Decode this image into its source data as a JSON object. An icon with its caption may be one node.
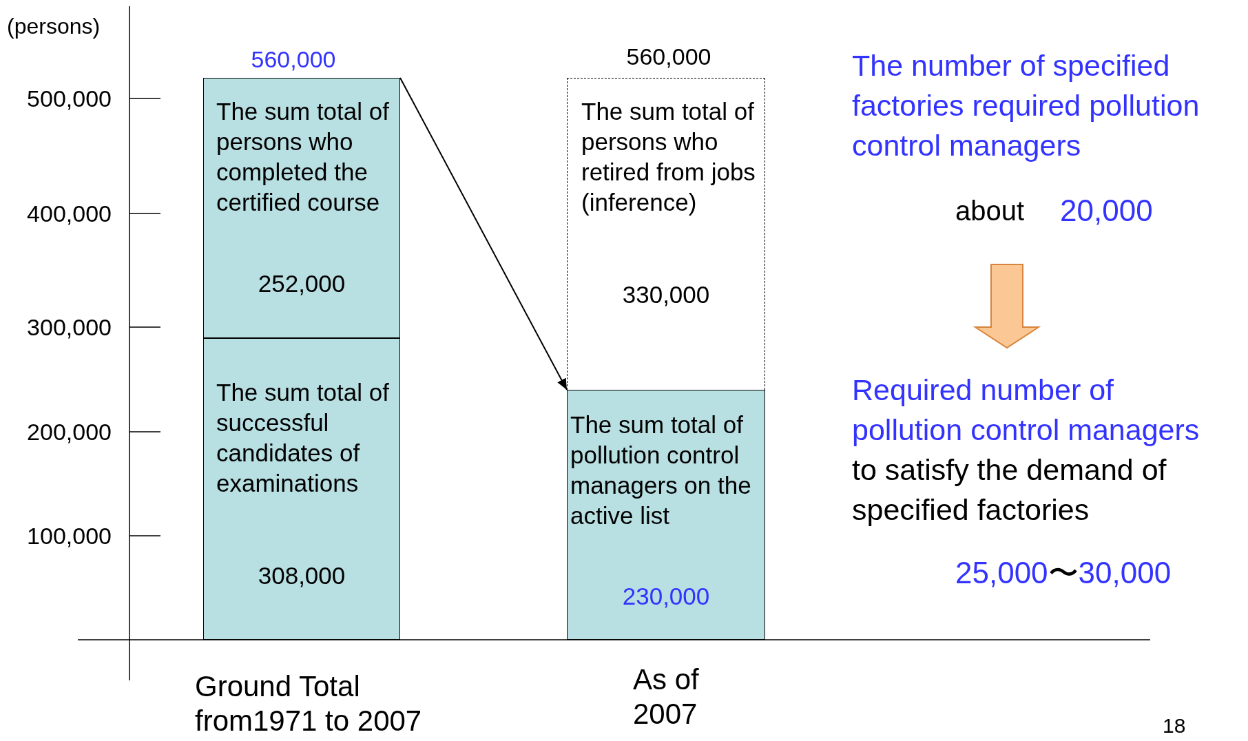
{
  "diagram": {
    "nodes": [
      {
        "text": [
          "The sum total of persons who completed the certified course",
          "252,000"
        ]
      },
      {
        "text": [
          "The sum total of successful candidates of examinations",
          "308,000"
        ]
      },
      {
        "text": [
          "The sum total of persons who retired from jobs (inference)",
          "330,000"
        ]
      },
      {
        "text": [
          "The sum total of pollution control managers on the active list",
          "230,000"
        ]
      },
      {
        "text": [
          "The number of specified factories required pollution control managers"
        ]
      },
      {
        "text": [
          "about",
          "20,000"
        ]
      },
      {
        "text": [
          "Required number of pollution control managers",
          "to satisfy the demand of specified factories"
        ]
      }
    ],
    "edges": [
      {
        "from": 0,
        "to": 3,
        "arrow": "to"
      },
      {
        "from": 5,
        "to": 6,
        "arrow": "to",
        "style": "thick",
        "color": "#fbc794"
      }
    ],
    "labels": [
      "(persons)",
      "560,000",
      "560,000",
      "500,000",
      "400,000",
      "300,000",
      "200,000",
      "100,000",
      "25,000",
      "〜",
      "30,000",
      "Ground Total from1971 to 2007",
      "As of 2007",
      "18"
    ]
  }
}
